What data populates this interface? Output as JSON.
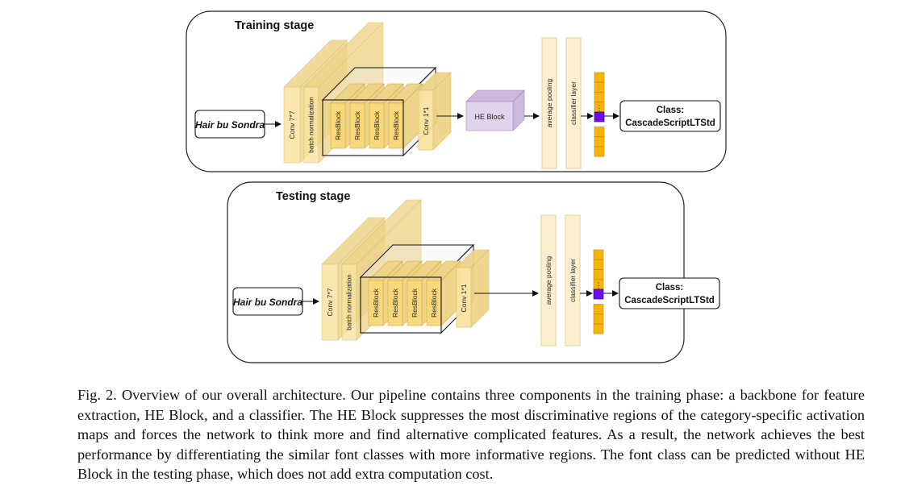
{
  "panels": [
    {
      "title": "Training stage",
      "input_text": "Hair bu Sondra",
      "conv7_label": "Conv 7*7",
      "bn_label": "batch normalization",
      "resblock_labels": [
        "ResBlock",
        "ResBlock",
        "ResBlock",
        "ResBlock"
      ],
      "conv1_label": "Conv 1*1",
      "he_block_label": "HE Block",
      "avgpool_label": "average pooling",
      "classifier_label": "classifier layer",
      "output_line1": "Class:",
      "output_line2": "CascadeScriptLTStd"
    },
    {
      "title": "Testing stage",
      "input_text": "Hair bu Sondra",
      "conv7_label": "Conv 7*7",
      "bn_label": "batch normalization",
      "resblock_labels": [
        "ResBlock",
        "ResBlock",
        "ResBlock",
        "ResBlock"
      ],
      "conv1_label": "Conv 1*1",
      "avgpool_label": "average pooling",
      "classifier_label": "classifier layer",
      "output_line1": "Class:",
      "output_line2": "CascadeScriptLTStd"
    }
  ],
  "caption": "Fig. 2.  Overview of our overall architecture. Our pipeline contains three components in the training phase: a backbone for feature extraction, HE Block, and a classifier. The HE Block suppresses the most discriminative regions of the category-specific activation maps and forces the network to think more and find alternative complicated features. As a result, the network achieves the best performance by differentiating the similar font classes with more informative regions. The font class can be predicted without HE Block in the testing phase, which does not add extra computation cost.",
  "colors": {
    "layer_fill": "#fbe3a0",
    "layer_side": "#eed48a",
    "resblock_fill": "#f8d87a",
    "pool_fill": "#fcefd0",
    "he_block_fill": "#e2d3ec",
    "he_block_side": "#cdb9db",
    "vector_fill": "#f5b40c",
    "vector_active": "#6a0bf0"
  }
}
